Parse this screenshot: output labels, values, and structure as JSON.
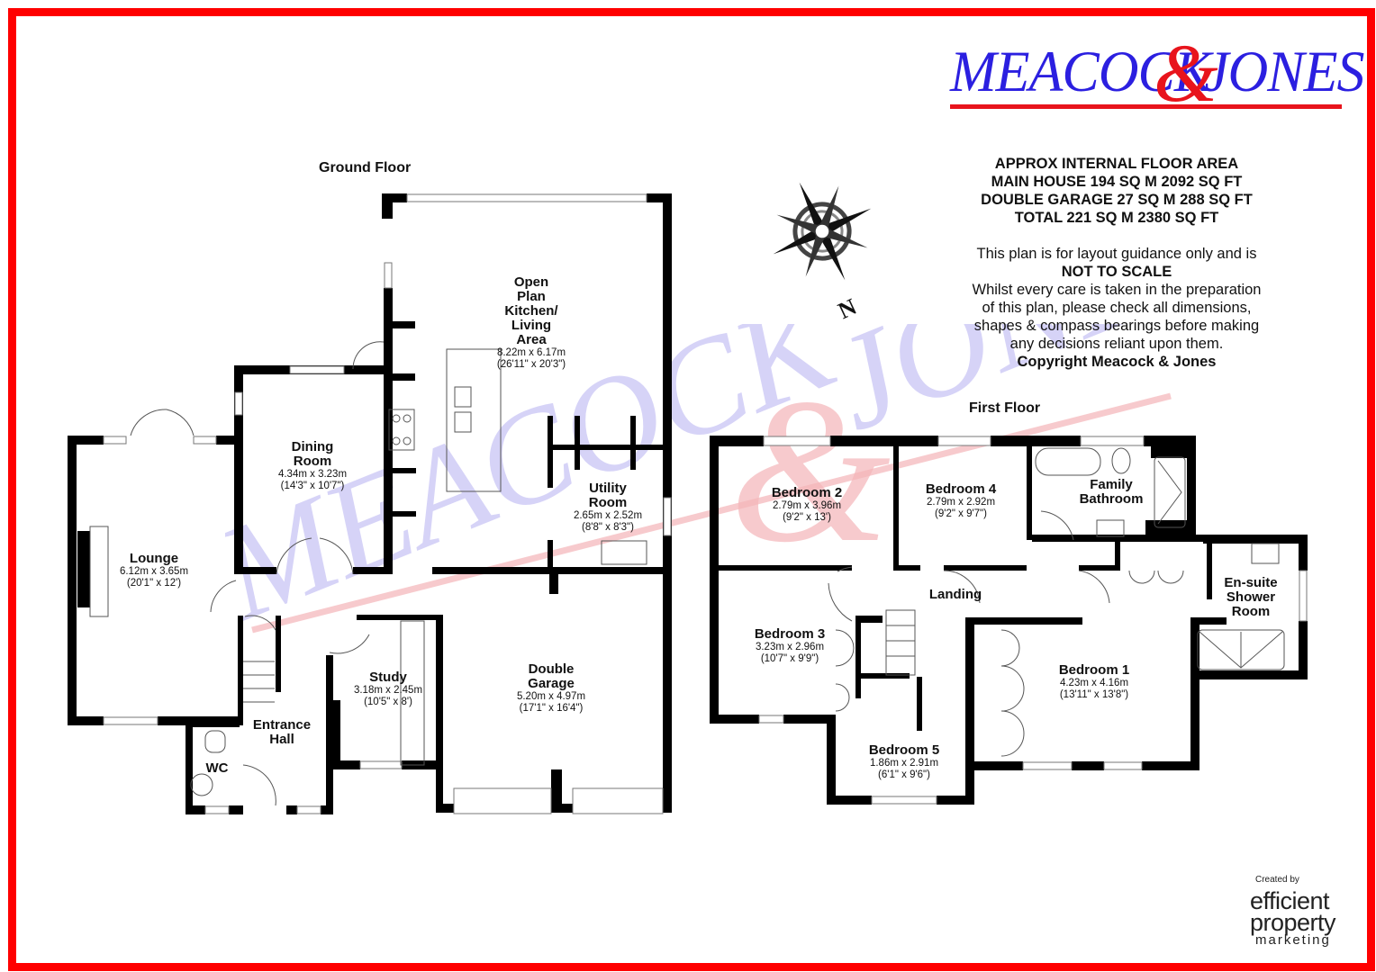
{
  "brand": {
    "name_left": "MEACOCK",
    "ampersand": "&",
    "name_right": "JONES",
    "primary_color": "#2b1fe0",
    "accent_color": "#e8141c"
  },
  "frame_color": "#ff0000",
  "info": {
    "area_lines": [
      "APPROX INTERNAL FLOOR AREA",
      "MAIN HOUSE 194 SQ M 2092 SQ FT",
      "DOUBLE GARAGE 27 SQ M 288 SQ FT",
      "TOTAL 221 SQ M 2380 SQ FT"
    ],
    "disclaimer_1": "This plan is for layout guidance only and is",
    "not_to_scale": "NOT TO SCALE",
    "disclaimer_2": "Whilst every care is taken in the preparation",
    "disclaimer_3": "of this plan, please check all dimensions,",
    "disclaimer_4": "shapes & compass bearings before making",
    "disclaimer_5": "any decisions reliant upon them.",
    "copyright": "Copyright Meacock & Jones"
  },
  "compass": {
    "label": "N"
  },
  "ground_floor": {
    "title": "Ground Floor",
    "rooms": [
      {
        "name": "Open Plan Kitchen/ Living Area",
        "lines": [
          "Open",
          "Plan",
          "Kitchen/",
          "Living",
          "Area"
        ],
        "metric": "8.22m x 6.17m",
        "imperial": "(26'11\" x 20'3\")"
      },
      {
        "name": "Dining Room",
        "lines": [
          "Dining",
          "Room"
        ],
        "metric": "4.34m x 3.23m",
        "imperial": "(14'3\" x 10'7\")"
      },
      {
        "name": "Lounge",
        "lines": [
          "Lounge"
        ],
        "metric": "6.12m x 3.65m",
        "imperial": "(20'1\" x 12')"
      },
      {
        "name": "Utility Room",
        "lines": [
          "Utility",
          "Room"
        ],
        "metric": "2.65m x 2.52m",
        "imperial": "(8'8\" x 8'3\")"
      },
      {
        "name": "Study",
        "lines": [
          "Study"
        ],
        "metric": "3.18m x 2.45m",
        "imperial": "(10'5\" x 8')"
      },
      {
        "name": "Double Garage",
        "lines": [
          "Double",
          "Garage"
        ],
        "metric": "5.20m x 4.97m",
        "imperial": "(17'1\" x 16'4\")"
      },
      {
        "name": "Entrance Hall",
        "lines": [
          "Entrance",
          "Hall"
        ]
      },
      {
        "name": "WC",
        "lines": [
          "WC"
        ]
      }
    ]
  },
  "first_floor": {
    "title": "First Floor",
    "rooms": [
      {
        "name": "Bedroom 2",
        "lines": [
          "Bedroom 2"
        ],
        "metric": "2.79m x 3.96m",
        "imperial": "(9'2\" x 13')"
      },
      {
        "name": "Bedroom 4",
        "lines": [
          "Bedroom 4"
        ],
        "metric": "2.79m x 2.92m",
        "imperial": "(9'2\" x 9'7\")"
      },
      {
        "name": "Family Bathroom",
        "lines": [
          "Family",
          "Bathroom"
        ]
      },
      {
        "name": "Landing",
        "lines": [
          "Landing"
        ]
      },
      {
        "name": "En-suite Shower Room",
        "lines": [
          "En-suite",
          "Shower",
          "Room"
        ]
      },
      {
        "name": "Bedroom 3",
        "lines": [
          "Bedroom 3"
        ],
        "metric": "3.23m x 2.96m",
        "imperial": "(10'7\" x 9'9\")"
      },
      {
        "name": "Bedroom 1",
        "lines": [
          "Bedroom 1"
        ],
        "metric": "4.23m x 4.16m",
        "imperial": "(13'11\" x 13'8\")"
      },
      {
        "name": "Bedroom 5",
        "lines": [
          "Bedroom 5"
        ],
        "metric": "1.86m x 2.91m",
        "imperial": "(6'1\" x 9'6\")"
      }
    ]
  },
  "credit": {
    "created_by": "Created by",
    "line1": "efficient",
    "line2": "property",
    "line3": "marketing"
  }
}
